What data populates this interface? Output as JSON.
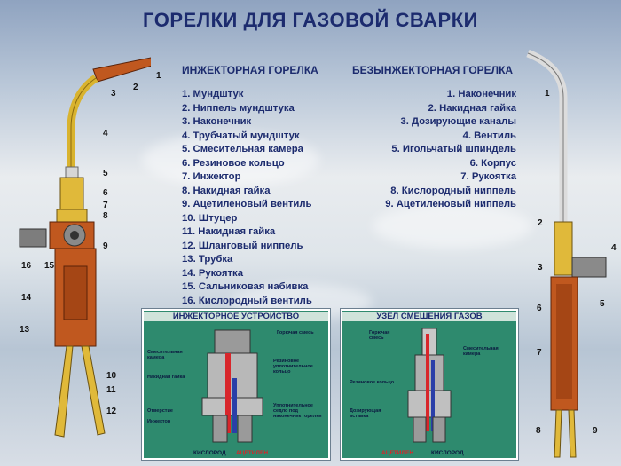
{
  "title": "ГОРЕЛКИ ДЛЯ ГАЗОВОЙ СВАРКИ",
  "injector_torch": {
    "heading": "ИНЖЕКТОРНАЯ ГОРЕЛКА",
    "parts": [
      "1. Мундштук",
      "2. Ниппель мундштука",
      "3. Наконечник",
      "4. Трубчатый мундштук",
      "5. Смесительная камера",
      "6. Резиновое кольцо",
      "7. Инжектор",
      "8. Накидная гайка",
      "9. Ацетиленовый вентиль",
      "10. Штуцер",
      "11. Накидная гайка",
      "12. Шланговый ниппель",
      "13. Трубка",
      "14. Рукоятка",
      "15. Сальниковая набивка",
      "16. Кислородный вентиль"
    ],
    "callouts": [
      "1",
      "2",
      "3",
      "4",
      "5",
      "6",
      "7",
      "8",
      "9",
      "10",
      "11",
      "12",
      "13",
      "14",
      "15",
      "16"
    ]
  },
  "non_injector_torch": {
    "heading": "БЕЗЫНЖЕКТОРНАЯ ГОРЕЛКА",
    "parts": [
      "1. Наконечник",
      "2. Накидная гайка",
      "3. Дозирующие каналы",
      "4. Вентиль",
      "5. Игольчатый шпиндель",
      "6. Корпус",
      "7. Рукоятка",
      "8. Кислородный ниппель",
      "9. Ацетиленовый ниппель"
    ],
    "callouts": [
      "1",
      "2",
      "3",
      "4",
      "5",
      "6",
      "7",
      "8",
      "9"
    ]
  },
  "injector_device": {
    "title": "ИНЖЕКТОРНОЕ УСТРОЙСТВО",
    "labels": [
      "Смесительная камера",
      "Накидная гайка",
      "Отверстие",
      "Инжектор",
      "Горючая смесь",
      "Резиновое уплотнительное кольцо",
      "Уплотнительное седло под наконечник горелки"
    ],
    "gas_oxygen": "КИСЛОРОД",
    "gas_acetylene": "АЦЕТИЛЕН"
  },
  "mixing_unit": {
    "title": "УЗЕЛ СМЕШЕНИЯ ГАЗОВ",
    "labels": [
      "Горючая смесь",
      "Смесительная камера",
      "Резиновое кольцо",
      "Дозирующая вставка"
    ],
    "gas_acetylene": "АЦЕТИЛЕН",
    "gas_oxygen": "КИСЛОРОД"
  },
  "colors": {
    "title": "#1c2b6e",
    "panel_green": "#2e8a6e",
    "copper": "#c0581f",
    "brass": "#d9b32e",
    "oxygen_blue": "#2a3fa8",
    "acetylene_red": "#d8262b"
  }
}
